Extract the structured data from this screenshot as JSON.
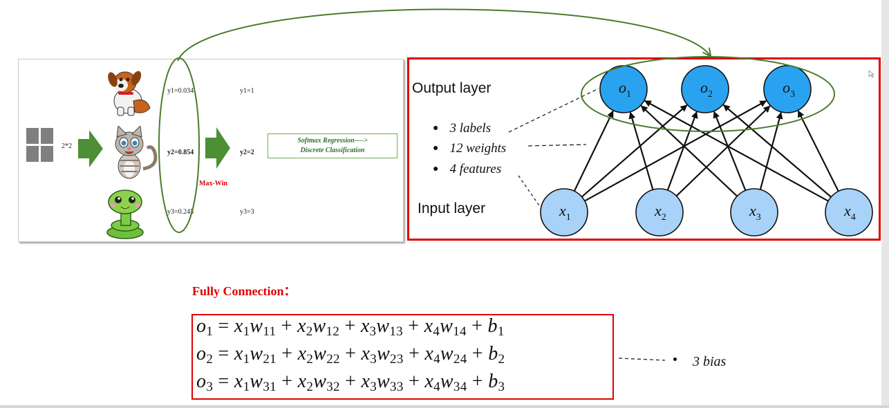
{
  "left_panel": {
    "input_size": "2*2",
    "scores": [
      "y1=0.034",
      "y2=0.854",
      "y3=0.245"
    ],
    "labels": [
      "y1=1",
      "y2=2",
      "y3=3"
    ],
    "maxwin": "Max-Win",
    "softmax_line1": "Softmax Regression---->",
    "softmax_line2": "Discrete Classification",
    "animals": [
      "dog-illustration",
      "cat-illustration",
      "snake-illustration"
    ]
  },
  "network": {
    "output_layer_label": "Output layer",
    "input_layer_label": "Input layer",
    "bullets": [
      "3 labels",
      "12 weights",
      "4 features"
    ],
    "output_nodes": [
      {
        "sym": "o",
        "sub": "1"
      },
      {
        "sym": "o",
        "sub": "2"
      },
      {
        "sym": "o",
        "sub": "3"
      }
    ],
    "input_nodes": [
      {
        "sym": "x",
        "sub": "1"
      },
      {
        "sym": "x",
        "sub": "2"
      },
      {
        "sym": "x",
        "sub": "3"
      },
      {
        "sym": "x",
        "sub": "4"
      }
    ]
  },
  "fully_connection": {
    "title": "Fully Connection：",
    "equations": [
      {
        "o": "1",
        "w": [
          "11",
          "12",
          "13",
          "14"
        ],
        "b": "1"
      },
      {
        "o": "2",
        "w": [
          "21",
          "22",
          "23",
          "24"
        ],
        "b": "2"
      },
      {
        "o": "3",
        "w": [
          "31",
          "32",
          "33",
          "34"
        ],
        "b": "3"
      }
    ],
    "bias_label": "3 bias"
  },
  "colors": {
    "red_frame": "#e00000",
    "green_connector": "#4a7a2c",
    "node_output_fill": "#29a3f0",
    "node_input_fill": "#a8d2f7",
    "arrow_green": "#4e8f35"
  }
}
